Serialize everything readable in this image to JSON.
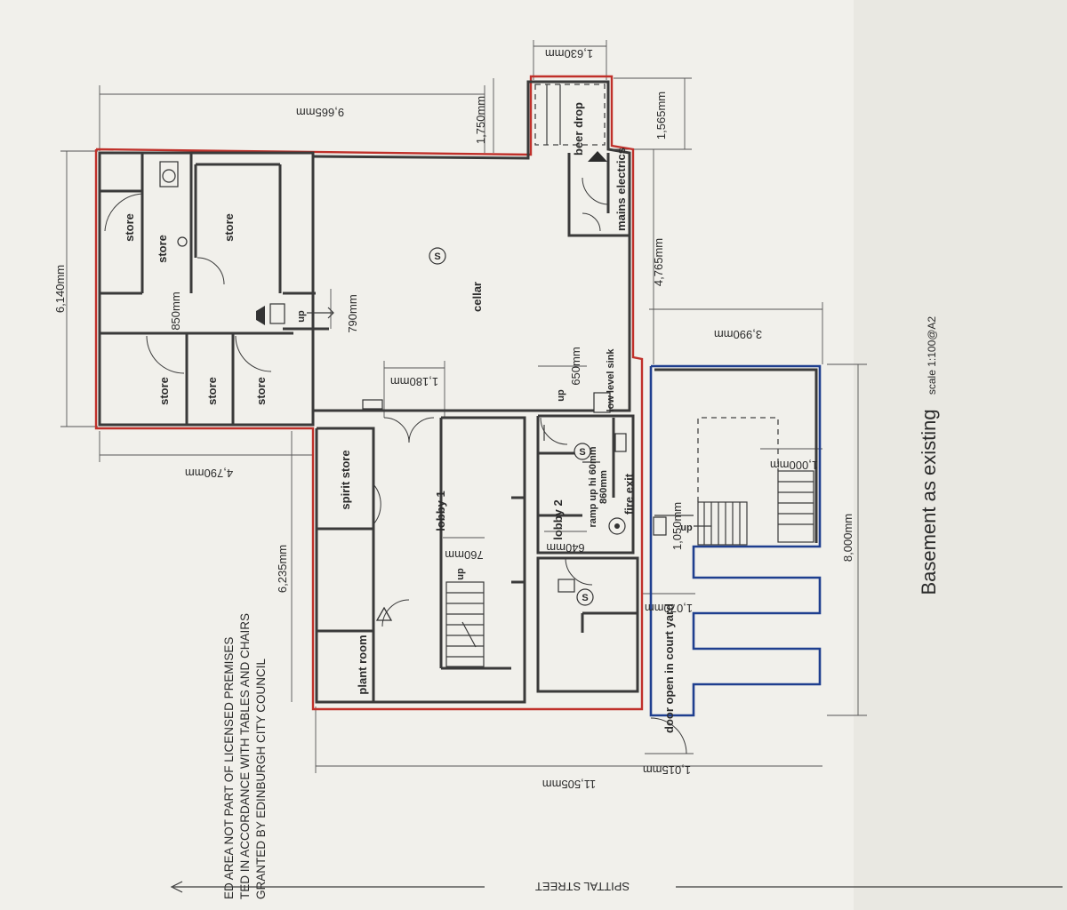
{
  "title": {
    "main": "Basement as existing",
    "scale": "scale 1:100@A2"
  },
  "street": "SPITTAL STREET",
  "note": {
    "line1": "ED AREA NOT PART OF LICENSED PREMISES",
    "line2": "TED IN ACCORDANCE WITH TABLES AND CHAIRS",
    "line3": "GRANTED BY EDINBURGH CITY COUNCIL"
  },
  "rooms": {
    "store_top_a": "store",
    "store_top_b": "store",
    "store_top_c": "store",
    "store_left": "store",
    "store_mid": "store",
    "store_right": "store",
    "cellar": "cellar",
    "mains_electrics": "mains electrics",
    "beer_drop": "beer drop",
    "spirit_store": "spirit store",
    "lobby_1": "lobby 1",
    "lobby_2": "lobby 2",
    "plant_room": "plant room",
    "fire_exit": "fire exit",
    "low_level_sink": "low level sink",
    "ramp": "ramp up hi 60mm",
    "door_open": "door open in court yard"
  },
  "labels": {
    "up": "up",
    "s_symbol": "S"
  },
  "dimensions": {
    "d_1630": "1,630mm",
    "d_9665": "9,665mm",
    "d_1750": "1,750mm",
    "d_1565": "1,565mm",
    "d_6140": "6,140mm",
    "d_850": "850mm",
    "d_790": "790mm",
    "d_4765": "4,765mm",
    "d_3990": "3,990mm",
    "d_1180": "1,180mm",
    "d_650": "650mm",
    "d_4790": "4,790mm",
    "d_1000": "1,000mm",
    "d_860": "860mm",
    "d_1050": "1,050mm",
    "d_640": "640mm",
    "d_760": "760mm",
    "d_6235": "6,235mm",
    "d_8000": "8,000mm",
    "d_1070": "1,070mm",
    "d_1015": "1,015mm",
    "d_11505": "11,505mm"
  }
}
